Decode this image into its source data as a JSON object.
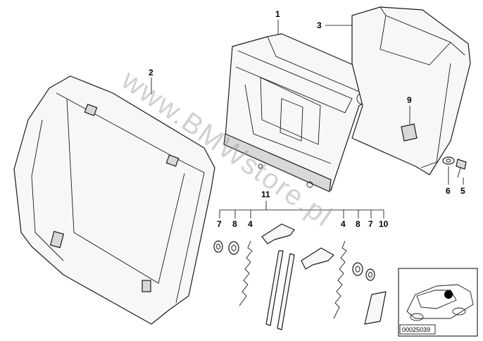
{
  "diagram": {
    "callouts": {
      "c1": "1",
      "c2": "2",
      "c3": "3",
      "c4a": "4",
      "c4b": "4",
      "c5": "5",
      "c6": "6",
      "c7a": "7",
      "c7b": "7",
      "c8a": "8",
      "c8b": "8",
      "c9": "9",
      "c10": "10",
      "c11": "11"
    },
    "watermark": "www.BMWstore.pl",
    "reference_number": "00025039"
  }
}
